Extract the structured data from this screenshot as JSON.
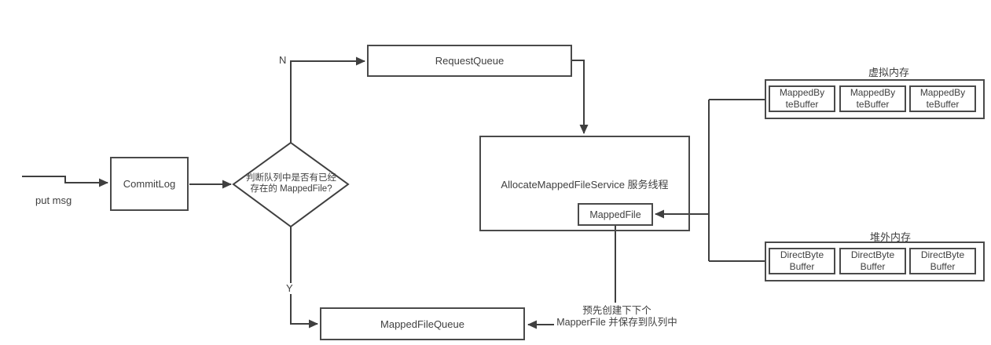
{
  "diagram": {
    "colors": {
      "background": "#ffffff",
      "line": "#3f3f3f",
      "border": "#4a4a4a",
      "text": "#3f3f3f"
    },
    "put_msg": "put msg",
    "branch_n": "N",
    "branch_y": "Y",
    "nodes": {
      "commitlog": "CommitLog",
      "decision_line1": "判断队列中是否有已经",
      "decision_line2": "存在的 MappedFile?",
      "request_queue": "RequestQueue",
      "allocate_service": "AllocateMappedFileService 服务线程",
      "mapped_file": "MappedFile",
      "mapped_file_queue": "MappedFileQueue"
    },
    "note_line1": "预先创建下下个",
    "note_line2": "MapperFile 并保存到队列中",
    "virtual_memory": {
      "title": "虚拟内存",
      "buffers": [
        "MappedByteBuffer",
        "MappedByteBuffer",
        "MappedByteBuffer"
      ]
    },
    "offheap_memory": {
      "title": "堆外内存",
      "buffers": [
        "DirectByteBuffer",
        "DirectByteBuffer",
        "DirectByteBuffer"
      ]
    }
  }
}
